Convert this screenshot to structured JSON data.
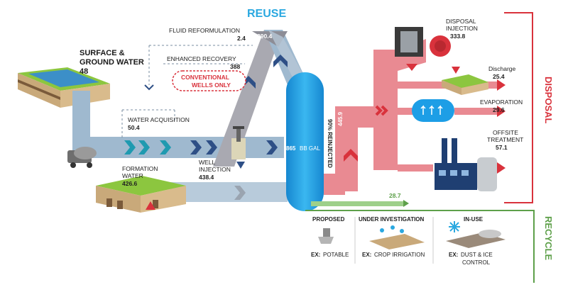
{
  "colors": {
    "reuse_blue": "#2aa8e0",
    "disposal_red": "#d9323c",
    "recycle_green": "#5ea04a",
    "pipe_blue": "#9fb9cf",
    "pipe_pink": "#e98a92",
    "tank_blue": "#1d9ee6",
    "chevron_navy": "#2e4f86",
    "chevron_teal": "#1f9ab0"
  },
  "title": "REUSE",
  "surface": {
    "label_line1": "SURFACE &",
    "label_line2": "GROUND WATER",
    "value": "48"
  },
  "fluid_reformulation": {
    "label": "FLUID REFORMULATION",
    "value": "2.4"
  },
  "reuse_total": "390.4",
  "enhanced_recovery": {
    "label": "ENHANCED RECOVERY",
    "value": "388"
  },
  "conventional": {
    "line1": "CONVENTIONAL",
    "line2": "WELLS ONLY"
  },
  "water_acquisition": {
    "label": "WATER ACQUISITION",
    "value": "50.4"
  },
  "formation_water": {
    "label": "FORMATION",
    "label2": "WATER",
    "value": "426.6"
  },
  "well_injection": {
    "label": "WELL",
    "label2": "INJECTION",
    "value": "438.4"
  },
  "tank": {
    "value": "865",
    "unit": "BB GAL"
  },
  "reinjected": "90% REINJECTED",
  "disposal_flow": "445.9",
  "disposal_injection": {
    "label": "DISPOSAL",
    "label2": "INJECTION",
    "value": "333.8"
  },
  "discharge": {
    "label": "Discharge",
    "value": "25.4"
  },
  "evaporation": {
    "label": "EVAPORATION",
    "value": "29.6"
  },
  "offsite": {
    "label": "OFFSITE",
    "label2": "TREATMENT",
    "value": "57.1"
  },
  "recycle_flow": "28.7",
  "disposal_heading": "DISPOSAL",
  "recycle_heading": "RECYCLE",
  "recycle_panel": {
    "proposed": "PROPOSED",
    "investigation": "UNDER INVESTIGATION",
    "in_use": "IN-USE",
    "ex_prefix": "EX:",
    "ex_potable": "POTABLE",
    "ex_crop": "CROP IRRIGATION",
    "ex_dust": "DUST & ICE",
    "ex_dust2": "CONTROL"
  }
}
